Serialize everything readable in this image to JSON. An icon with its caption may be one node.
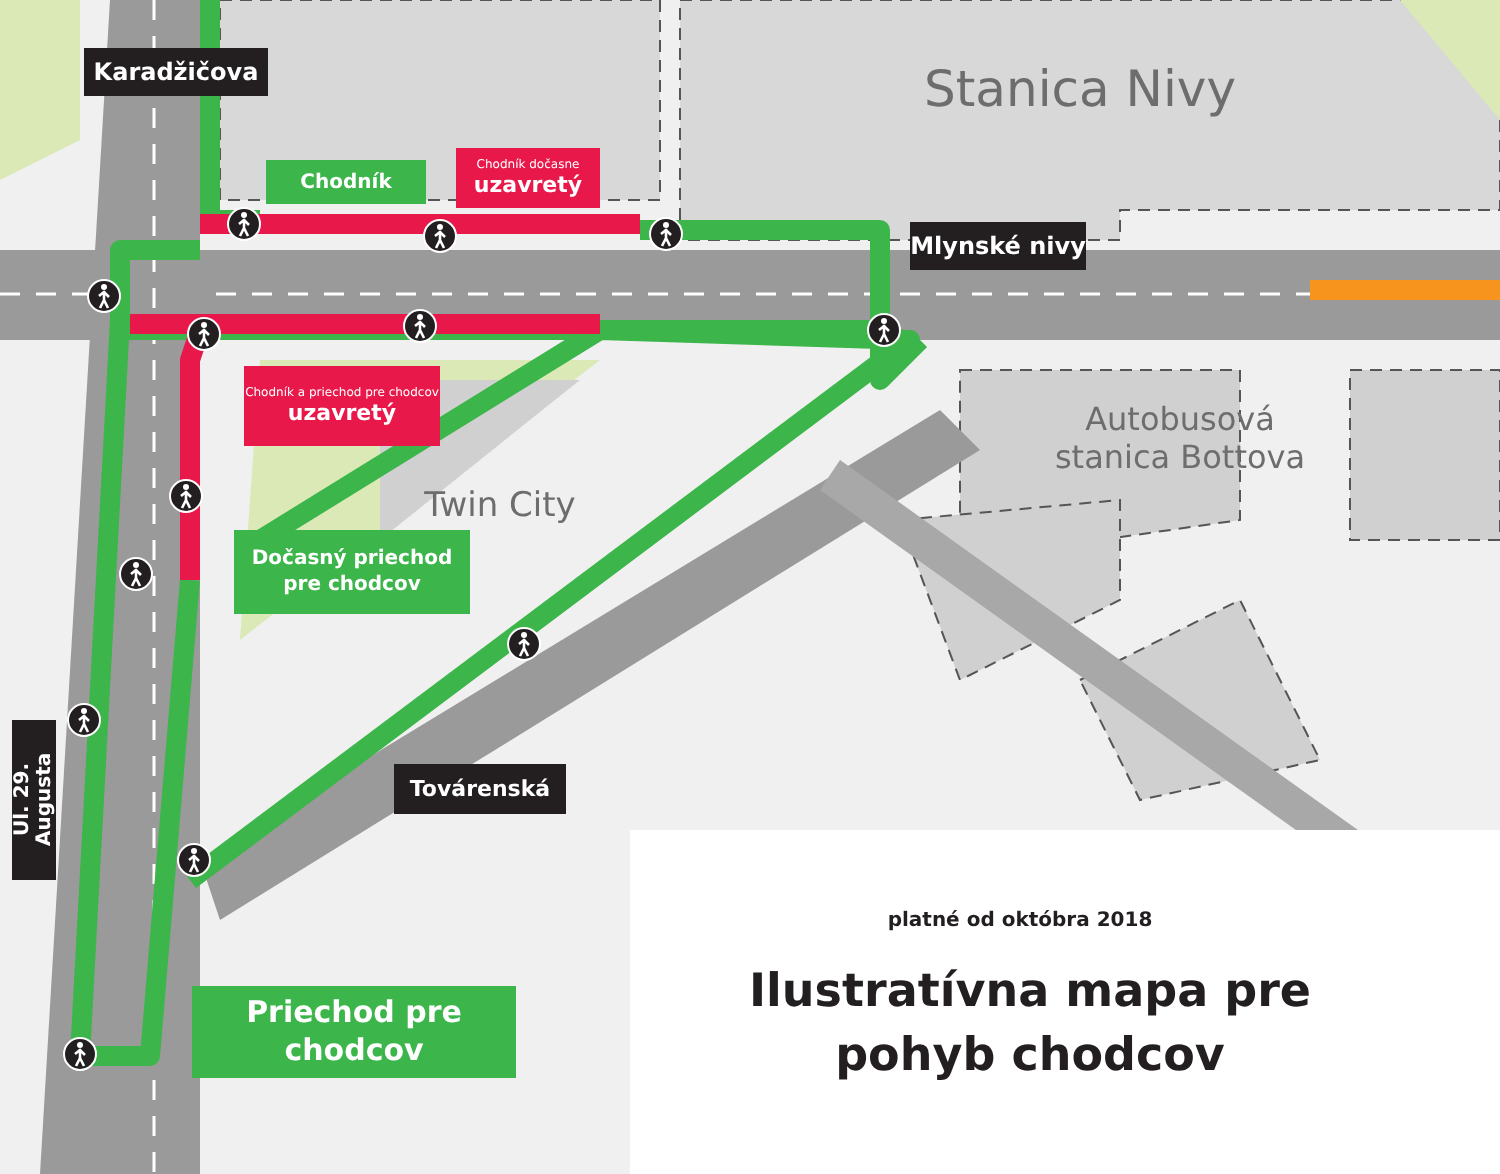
{
  "diagram": {
    "title": "Ilustratívna mapa pre pohyb chodcov",
    "caption": "platné od októbra 2018",
    "labels": [
      "Karadžičova",
      "Stanica Nivy",
      "Chodník",
      "Chodník dočasne",
      "uzavretý",
      "Mlynské nivy",
      "Chodník a priechod pre chodcov",
      "uzavretý",
      "Autobusová stanica Bottova",
      "Twin City",
      "Dočasný priechod pre chodcov",
      "Ul. 29. Augusta",
      "Továrenská",
      "Priechod pre chodcov"
    ]
  }
}
